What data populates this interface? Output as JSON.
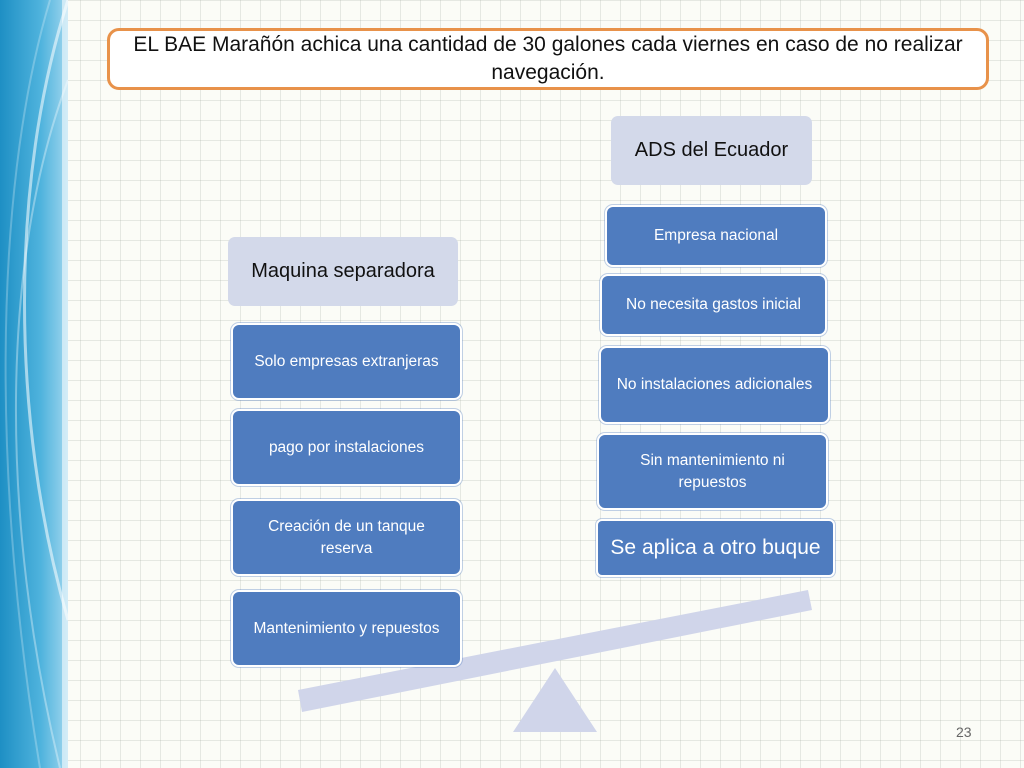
{
  "title": "EL BAE  Marañón achica una cantidad de 30 galones cada viernes en caso de no realizar navegación.",
  "left_column": {
    "header": "Maquina separadora",
    "items": [
      "Solo empresas extranjeras",
      "pago por instalaciones",
      "Creación de un tanque reserva",
      "Mantenimiento y repuestos"
    ]
  },
  "right_column": {
    "header": "ADS del Ecuador",
    "items": [
      "Empresa nacional",
      "No necesita gastos inicial",
      "No instalaciones adicionales",
      "Sin mantenimiento ni repuestos",
      "Se  aplica  a otro buque"
    ]
  },
  "page_number": "23",
  "colors": {
    "box_blue": "#4f7cbf",
    "header_lavender": "#d3d9ea",
    "title_border": "#e8924a",
    "scale_lavender": "#d0d5ea"
  }
}
